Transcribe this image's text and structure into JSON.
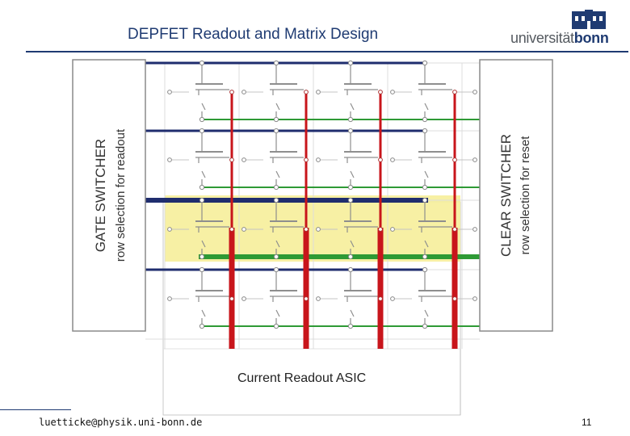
{
  "header": {
    "title": "DEPFET Readout and Matrix Design",
    "logo": {
      "part1": "universität",
      "part2": "bonn",
      "icon": "university-building-icon"
    }
  },
  "diagram": {
    "gate_switcher": {
      "line1": "GATE SWITCHER",
      "line2": "row selection for readout"
    },
    "clear_switcher": {
      "line1": "CLEAR SWITCHER",
      "line2": "row selection for reset"
    },
    "asic_label": "Current Readout ASIC",
    "rows": 4,
    "columns": 4,
    "selected_row": 3,
    "colors": {
      "gate_line": "#1f2d6e",
      "clear_line": "#2e9a35",
      "readout_line": "#c8151b",
      "highlight": "#f6ee9a",
      "transistor": "#8e8e8e"
    }
  },
  "footer": {
    "email": "luetticke@physik.uni-bonn.de",
    "page": "11"
  }
}
